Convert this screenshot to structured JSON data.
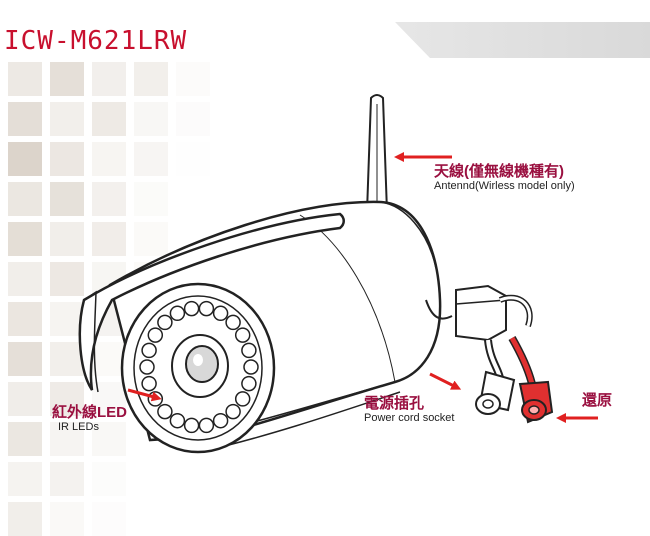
{
  "header": {
    "model_title": "ICW-M621LRW",
    "accent_color": "#c8102e"
  },
  "callouts": {
    "antenna": {
      "zh": "天線(僅無線機種有)",
      "en": "Antennd(Wirless model only)"
    },
    "ir_leds": {
      "zh": "紅外線LED",
      "en": "IR LEDs"
    },
    "power_socket": {
      "zh": "電源插孔",
      "en": "Power cord socket"
    },
    "reset": {
      "zh": "還原"
    }
  },
  "colors": {
    "arrow": "#e02020",
    "label_zh": "#9a1040",
    "reset_cable": "#e03030",
    "tile": "#d8cfc4"
  }
}
